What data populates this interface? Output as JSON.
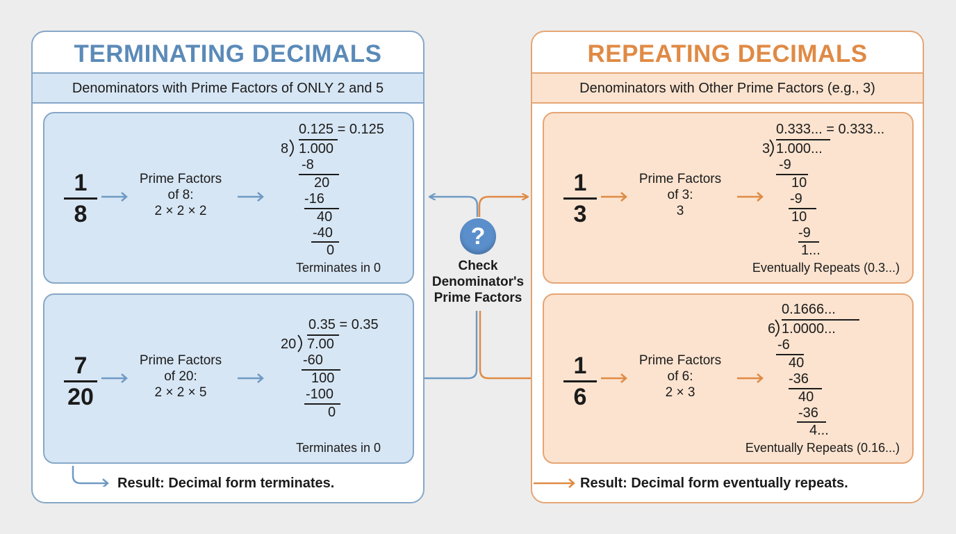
{
  "left": {
    "title": "TERMINATING DECIMALS",
    "subtitle": "Denominators with Prime Factors of ONLY 2 and 5",
    "result": "Result: Decimal form terminates.",
    "examples": [
      {
        "numerator": "1",
        "denominator": "8",
        "pf_line1": "Prime Factors",
        "pf_line2": "of 8:",
        "pf_line3": "2 × 2 × 2",
        "quotient": "0.125 = 0.125",
        "divisor": "8",
        "dividend": "1.000",
        "steps": [
          "-8",
          "20",
          "-16",
          "40",
          "-40",
          "0"
        ],
        "note": "Terminates in 0"
      },
      {
        "numerator": "7",
        "denominator": "20",
        "pf_line1": "Prime Factors",
        "pf_line2": "of 20:",
        "pf_line3": "2 × 2 × 5",
        "quotient": "0.35 = 0.35",
        "divisor": "20",
        "dividend": "7.00",
        "steps": [
          "-60",
          "100",
          "-100",
          "0"
        ],
        "note": "Terminates in 0"
      }
    ]
  },
  "right": {
    "title": "REPEATING DECIMALS",
    "subtitle": "Denominators with Other Prime Factors (e.g., 3)",
    "result": "Result: Decimal form eventually repeats.",
    "examples": [
      {
        "numerator": "1",
        "denominator": "3",
        "pf_line1": "Prime Factors",
        "pf_line2": "of 3:",
        "pf_line3": "3",
        "quotient": "0.333... = 0.333...",
        "divisor": "3",
        "dividend": "1.000...",
        "steps": [
          "-9",
          "10",
          "-9",
          "10",
          "-9",
          "1..."
        ],
        "note": "Eventually Repeats (0.3...)"
      },
      {
        "numerator": "1",
        "denominator": "6",
        "pf_line1": "Prime Factors",
        "pf_line2": "of 6:",
        "pf_line3": "2 × 3",
        "quotient": "0.1666...",
        "divisor": "6",
        "dividend": "1.0000...",
        "steps": [
          "-6",
          "40",
          "-36",
          "40",
          "-36",
          "4..."
        ],
        "note": "Eventually Repeats (0.16...)"
      }
    ]
  },
  "center": {
    "icon": "question-icon",
    "badge": "?",
    "label_line1": "Check",
    "label_line2": "Denominator's",
    "label_line3": "Prime Factors"
  },
  "colors": {
    "blue": "#5a8ab8",
    "orange": "#e08a45",
    "blue_fill": "#d7e6f4",
    "orange_fill": "#fbe3cf"
  }
}
